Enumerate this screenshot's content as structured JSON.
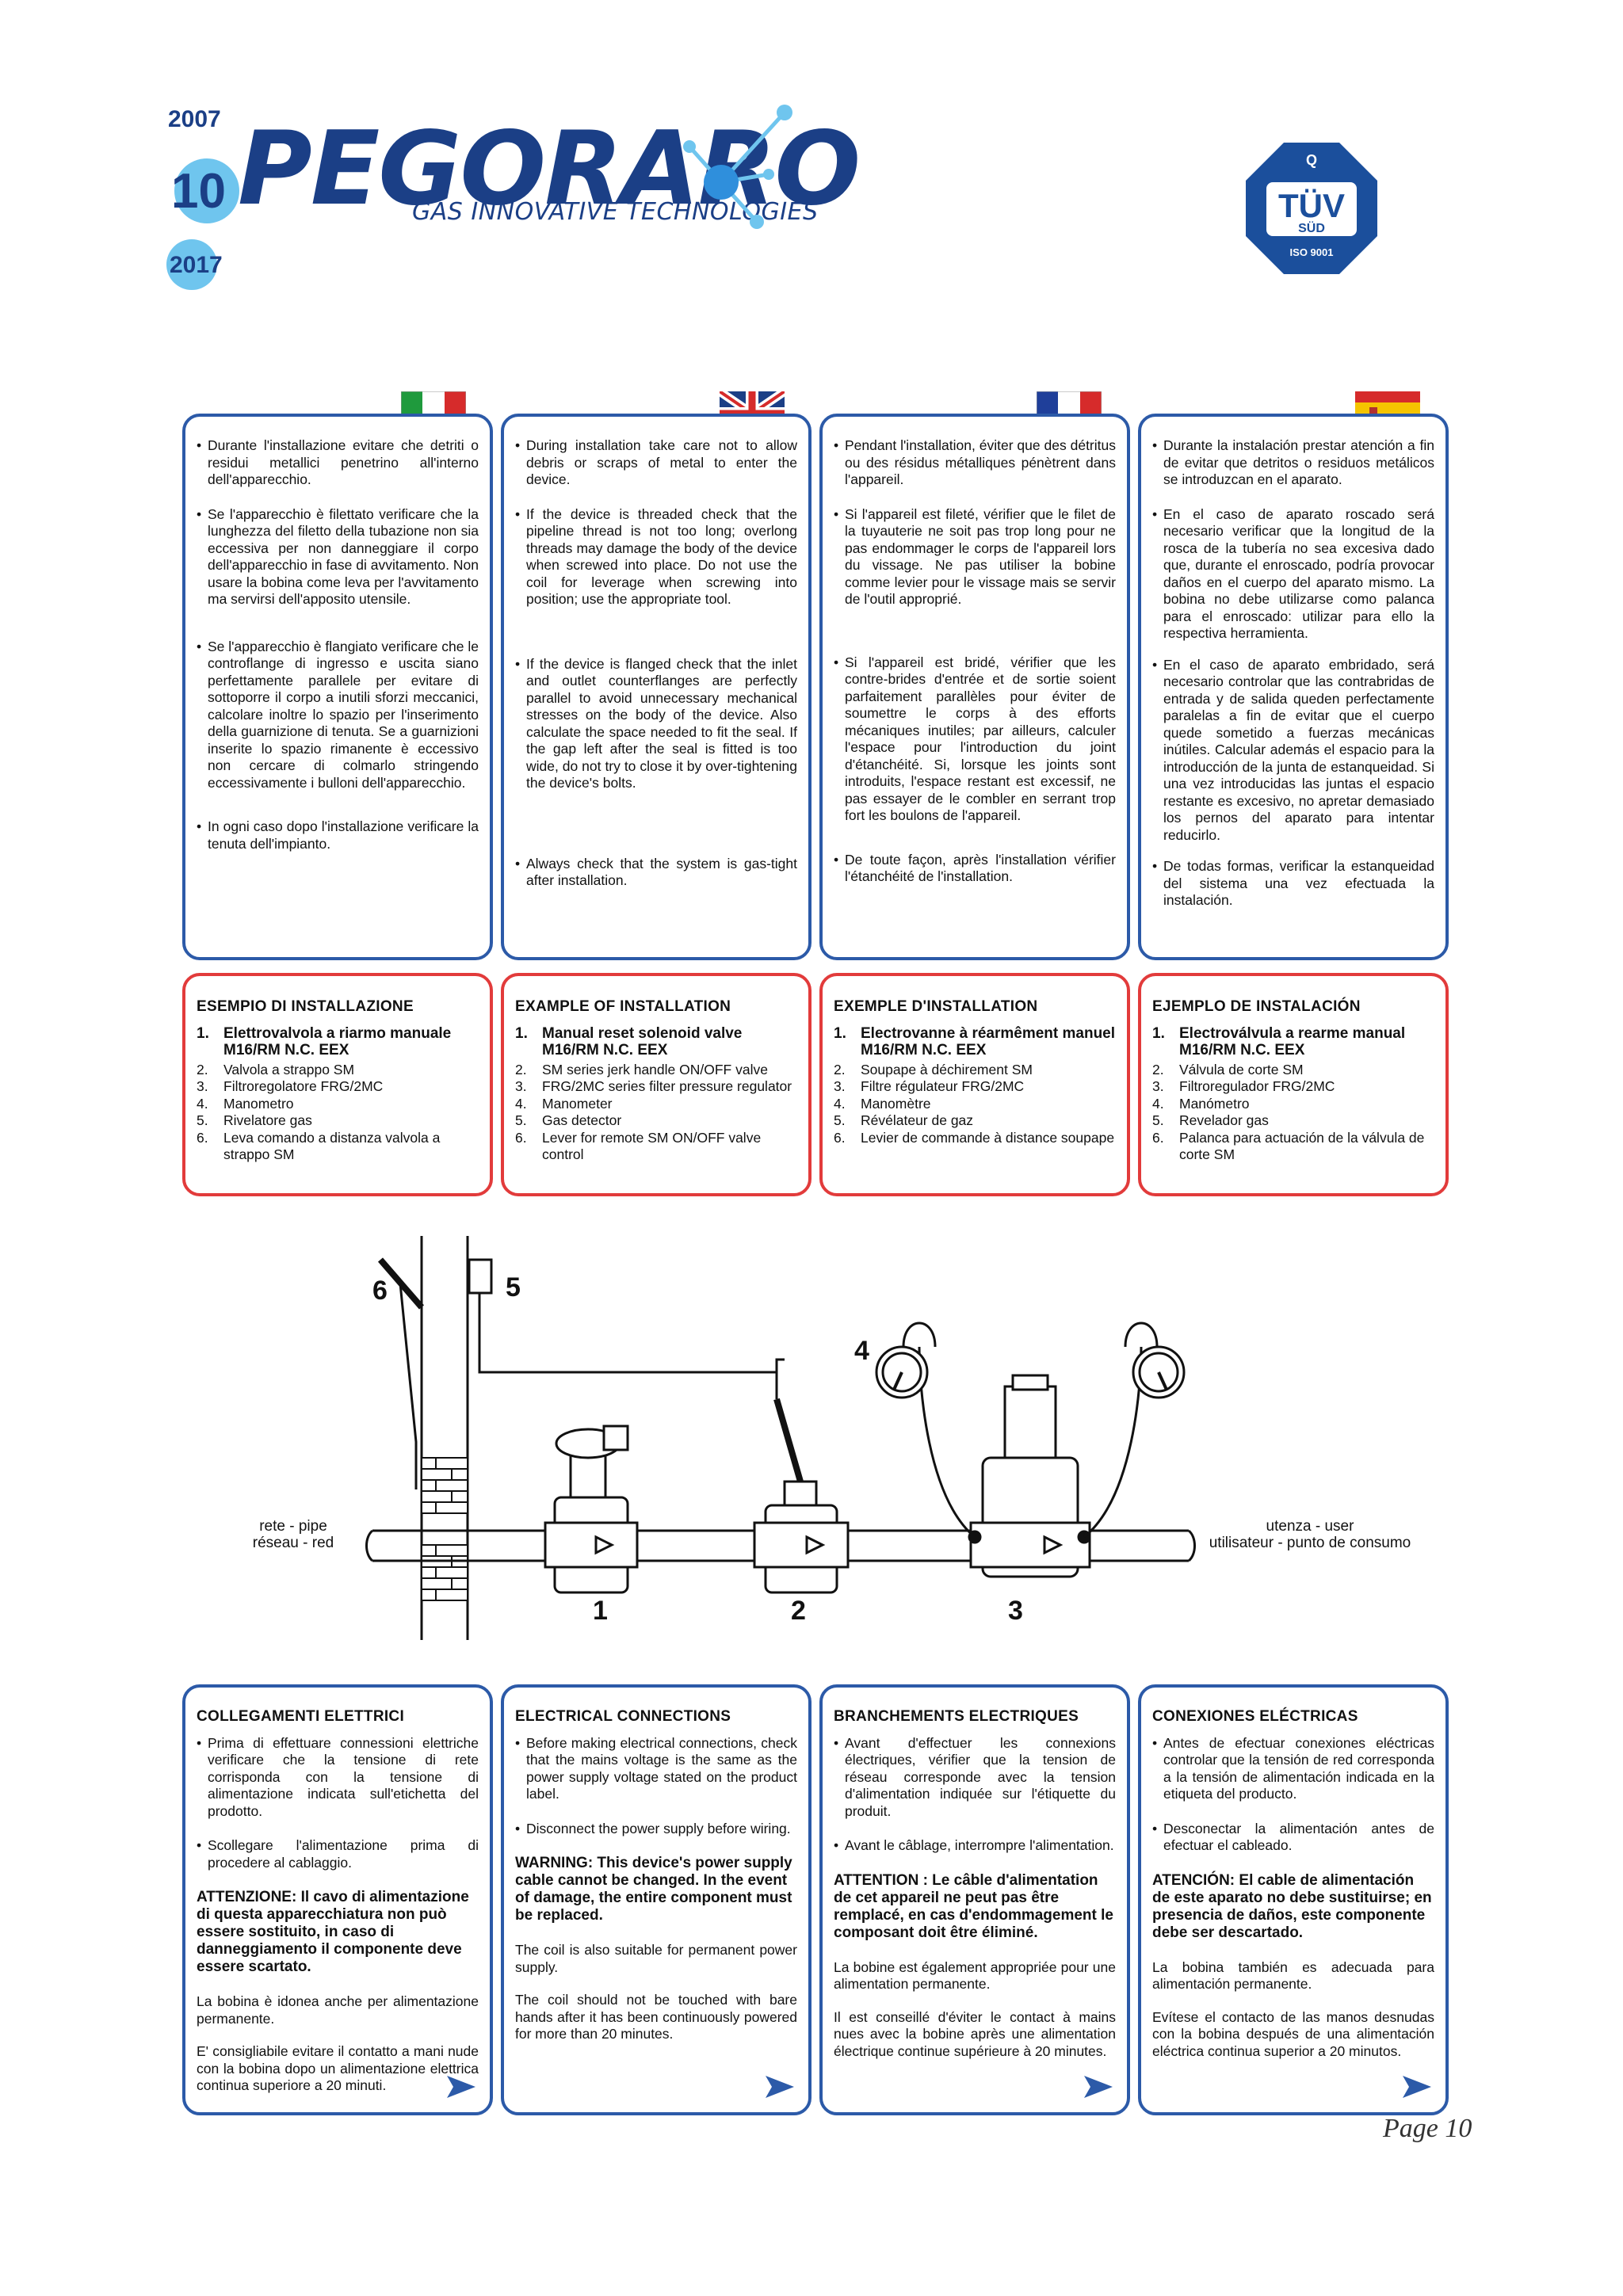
{
  "header": {
    "year_top": "2007",
    "anniv": "10",
    "year_bottom": "2017",
    "brand": "PEGORARO",
    "tagline": "GAS INNOVATIVE TECHNOLOGIES",
    "cert_top": "TÜV",
    "cert_mid": "SÜD",
    "cert_bottom": "ISO 9001",
    "cert_q": "Q"
  },
  "install_notes": [
    {
      "lang": "it",
      "items": [
        "Durante l'installazione evitare che detriti o residui metallici penetrino all'interno dell'apparecchio.",
        "Se l'apparecchio è filettato verificare che la lunghezza del filetto della tubazione non sia eccessiva per non danneggiare il corpo dell'apparecchio in fase di avvitamento. Non usare la bobina come leva per l'avvitamento ma servirsi dell'apposito utensile.",
        "Se l'apparecchio è flangiato verificare che le controflange di ingresso e uscita siano perfettamente parallele per evitare di sottoporre il corpo a inutili sforzi meccanici, calcolare inoltre lo spazio per l'inserimento della guarnizione di tenuta. Se a guarnizioni inserite lo spazio rimanente è eccessivo non cercare di colmarlo stringendo eccessivamente i bulloni dell'apparecchio.",
        "In ogni caso dopo l'installazione verificare la tenuta dell'impianto."
      ]
    },
    {
      "lang": "en",
      "items": [
        "During installation take care not to allow debris or scraps of metal to enter the device.",
        "If the device is threaded check that the pipeline thread is not too long; overlong threads may damage the body of the device when screwed into place. Do not use the coil for leverage when screwing into position; use the appropriate tool.",
        "If the device is flanged check that the inlet and outlet counterflanges are perfectly parallel to avoid unnecessary mechanical stresses on the body of the device. Also calculate the space needed to fit the seal. If the gap left after the seal is fitted is too wide, do not try to close it by over-tightening the device's bolts.",
        "Always check that the system is gas-tight after installation."
      ]
    },
    {
      "lang": "fr",
      "items": [
        "Pendant l'installation, éviter que des détritus ou des résidus métalliques pénètrent dans l'appareil.",
        "Si l'appareil est fileté, vérifier que le filet de la tuyauterie ne soit pas trop long pour ne pas endommager le corps de l'appareil lors du vissage. Ne pas utiliser la bobine comme levier pour le vissage mais se servir de l'outil approprié.",
        "Si l'appareil est bridé, vérifier que les contre-brides d'entrée et de sortie soient parfaitement parallèles pour éviter de soumettre le corps à des efforts mécaniques inutiles; par ailleurs, calculer l'espace pour l'introduction du joint d'étanchéité. Si, lorsque les joints sont introduits, l'espace restant est excessif, ne pas essayer de le combler en serrant trop fort les boulons de l'appareil.",
        "De toute façon, après l'installation vérifier l'étanchéité de l'installation."
      ]
    },
    {
      "lang": "es",
      "items": [
        "Durante la instalación prestar atención a fin de evitar que detritos o residuos metálicos se introduzcan en el aparato.",
        "En el caso de aparato roscado será necesario verificar que la longitud de la rosca de la tubería no sea excesiva dado que, durante el enroscado, podría provocar daños en el cuerpo del aparato mismo. La bobina no debe utilizarse como palanca para el enroscado: utilizar para ello la respectiva herramienta.",
        "En el caso de aparato embridado, será necesario controlar que las contrabridas de entrada y de salida queden perfectamente paralelas a fin de evitar que el cuerpo quede sometido a fuerzas mecánicas inútiles. Calcular además el espacio para la introducción de la junta de estanqueidad. Si una vez introducidas las juntas el espacio restante es excesivo, no apretar demasiado los pernos del aparato para intentar reducirlo.",
        "De todas formas, verificar la estanqueidad del sistema una vez efectuada la instalación."
      ]
    }
  ],
  "examples": [
    {
      "title": "ESEMPIO DI INSTALLAZIONE",
      "items": [
        "Elettrovalvola a riarmo manuale M16/RM N.C. EEX",
        "Valvola a strappo SM",
        "Filtroregolatore FRG/2MC",
        "Manometro",
        "Rivelatore gas",
        "Leva comando a distanza valvola a strappo SM"
      ]
    },
    {
      "title": "EXAMPLE OF INSTALLATION",
      "items": [
        "Manual reset solenoid valve M16/RM N.C. EEX",
        "SM series jerk handle ON/OFF valve",
        "FRG/2MC series filter pressure regulator",
        "Manometer",
        "Gas detector",
        "Lever for remote SM ON/OFF valve control"
      ]
    },
    {
      "title": "EXEMPLE D'INSTALLATION",
      "items": [
        "Electrovanne à réarmêment manuel M16/RM N.C. EEX",
        "Soupape à déchirement SM",
        "Filtre régulateur FRG/2MC",
        "Manomètre",
        "Révélateur de gaz",
        "Levier de commande à distance soupape"
      ]
    },
    {
      "title": "EJEMPLO DE INSTALACIÓN",
      "items": [
        "Electroválvula a rearme manual M16/RM N.C. EEX",
        "Válvula de corte SM",
        "Filtroregulador FRG/2MC",
        "Manómetro",
        "Revelador gas",
        "Palanca para actuación de la válvula de corte SM"
      ]
    }
  ],
  "diagram": {
    "left_label_1": "rete - pipe",
    "left_label_2": "réseau - red",
    "right_label_1": "utenza - user",
    "right_label_2": "utilisateur - punto de consumo",
    "n1": "1",
    "n2": "2",
    "n3": "3",
    "n4": "4",
    "n5": "5",
    "n6": "6"
  },
  "electrical": [
    {
      "title": "COLLEGAMENTI ELETTRICI",
      "bullets": [
        "Prima di effettuare connessioni elettriche verificare che la tensione di rete corrisponda con la tensione di alimentazione indicata sull'etichetta del prodotto.",
        "Scollegare l'alimentazione prima di procedere al cablaggio."
      ],
      "warning": "ATTENZIONE: Il cavo di alimentazione di questa apparecchiatura non può essere sostituito, in caso di danneggiamento il componente deve essere scartato.",
      "p1": "La bobina è idonea anche per alimentazione permanente.",
      "p2": "E' consigliabile evitare il contatto a mani nude con la bobina dopo un alimentazione elettrica continua superiore a 20 minuti."
    },
    {
      "title": "ELECTRICAL CONNECTIONS",
      "bullets": [
        "Before making electrical connections, check that the mains voltage is the same as the power supply voltage stated on the product label.",
        "Disconnect the power supply before wiring."
      ],
      "warning": "WARNING: This device's power supply cable cannot be changed. In the event of damage, the entire component must be replaced.",
      "p1": "The coil is also suitable for permanent power supply.",
      "p2": "The coil should not be touched with bare hands after it has been continuously powered for more than 20 minutes."
    },
    {
      "title": "BRANCHEMENTS ELECTRIQUES",
      "bullets": [
        "Avant d'effectuer les connexions électriques, vérifier que la tension de réseau corresponde avec la tension d'alimentation indiquée sur l'étiquette du produit.",
        "Avant le câblage, interrompre l'alimentation."
      ],
      "warning": "ATTENTION : Le câble d'alimentation de cet appareil ne peut pas être remplacé, en cas d'endommagement le composant doit être éliminé.",
      "p1": "La bobine est également appropriée pour une alimentation permanente.",
      "p2": "Il est conseillé d'éviter le contact à mains nues avec la bobine après une alimentation électrique continue supérieure à 20 minutes."
    },
    {
      "title": "CONEXIONES ELÉCTRICAS",
      "bullets": [
        "Antes de efectuar conexiones eléctricas controlar que la tensión de red corresponda a la tensión de alimentación indicada en la etiqueta del producto.",
        "Desconectar la alimentación antes de efectuar el cableado."
      ],
      "warning": "ATENCIÓN: El cable de alimentación de este aparato no debe sustituirse; en presencia de daños, este componente debe ser descartado.",
      "p1": "La bobina también es adecuada para alimentación permanente.",
      "p2": "Evítese el contacto de las manos desnudas con la bobina después de una alimentación eléctrica continua superior a 20 minutos."
    }
  ],
  "footer": {
    "page": "Page 10"
  },
  "colors": {
    "brand_blue": "#1b3f86",
    "light_blue": "#6fc5ee",
    "box_blue": "#2c5aa8",
    "box_red": "#e23b3b"
  }
}
